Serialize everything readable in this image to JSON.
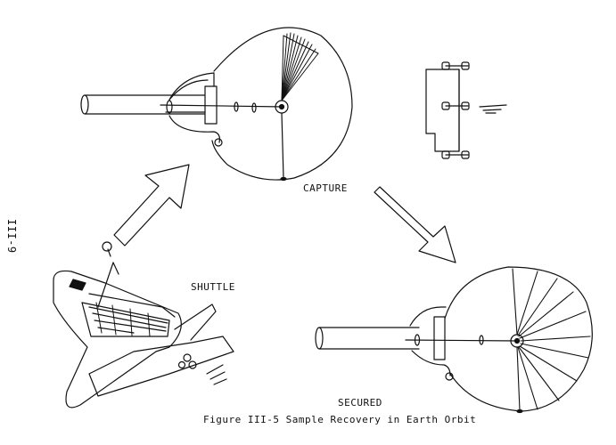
{
  "labels": {
    "capture": "CAPTURE",
    "shuttle": "SHUTTLE",
    "secured": "SECURED",
    "caption": "Figure III-5  Sample Recovery in Earth Orbit",
    "page_number": "III-9"
  },
  "colors": {
    "ink": "#111111",
    "paper": "#ffffff"
  }
}
